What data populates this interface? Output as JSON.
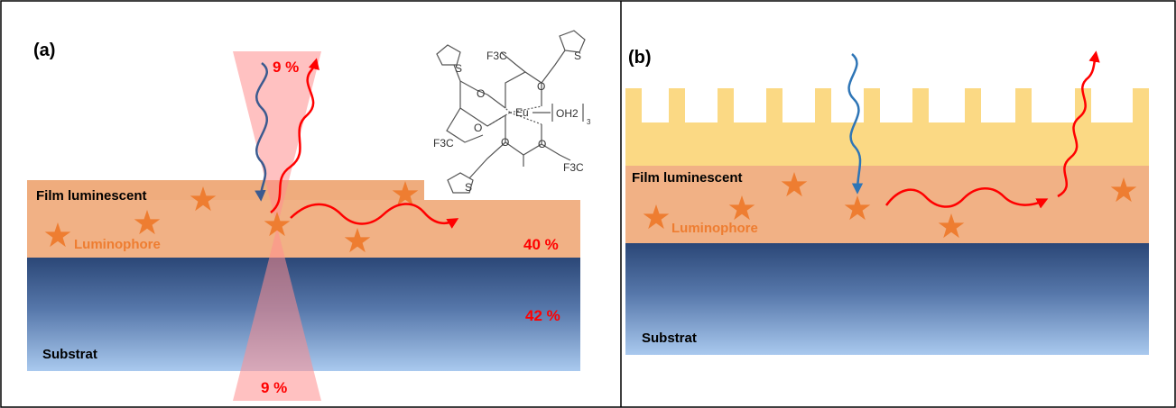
{
  "panel_a": {
    "label": "(a)",
    "film_label": "Film luminescent",
    "luminophore_label": "Luminophore",
    "substrate_label": "Substrat",
    "pct_top": "9 %",
    "pct_film": "40 %",
    "pct_substrate": "42 %",
    "pct_bottom": "9 %"
  },
  "panel_b": {
    "label": "(b)",
    "film_label": "Film luminescent",
    "luminophore_label": "Luminophore",
    "substrate_label": "Substrat"
  },
  "molecule": {
    "center_atom": "Eu",
    "ligand_cf3": "F3C",
    "water": "OH2",
    "water_count": "3",
    "ring_atom": "S",
    "oxygen": "O"
  },
  "colors": {
    "film": "#f1b185",
    "film_dark": "#eea978",
    "substrate_top": "#2e4a7b",
    "substrate_bottom": "#a8c8ee",
    "grating": "#fbd984",
    "star": "#ee7d31",
    "red_arrow": "#ff0000",
    "blue_arrow": "#2e75b6",
    "cone": "#ff9b9b",
    "percent_text": "#ff0000"
  }
}
